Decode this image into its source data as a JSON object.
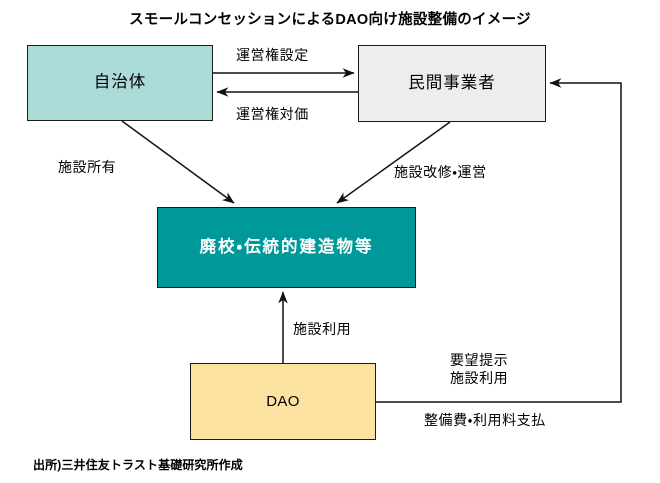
{
  "title": "スモールコンセッションによるDAO向け施設整備のイメージ",
  "footer": "出所)三井住友トラスト基礎研究所作成",
  "colors": {
    "municipality_fill": "#ACDCDA",
    "operator_fill": "#EDEDED",
    "facility_fill": "#009999",
    "dao_fill": "#FBE2A0",
    "stroke": "#1a1a1a",
    "background": "#ffffff",
    "facility_text": "#ffffff"
  },
  "nodes": {
    "municipality": "自治体",
    "operator": "民間事業者",
    "facility": "廃校・伝統的建造物等",
    "dao": "DAO"
  },
  "edges": {
    "grant": "運営権設定",
    "fee": "運営権対価",
    "ownership": "施設所有",
    "renovation": "施設改修・運営",
    "use": "施設利用",
    "request_line1": "要望提示",
    "request_line2": "施設利用",
    "payment": "整備費・利用料支払"
  },
  "diagram_structure": {
    "type": "flow-diagram",
    "connections": [
      {
        "from": "municipality",
        "to": "operator",
        "label": "運営権設定",
        "direction": "right"
      },
      {
        "from": "operator",
        "to": "municipality",
        "label": "運営権対価",
        "direction": "left"
      },
      {
        "from": "municipality",
        "to": "facility",
        "label": "施設所有",
        "direction": "diagonal-down-right"
      },
      {
        "from": "operator",
        "to": "facility",
        "label": "施設改修・運営",
        "direction": "diagonal-down-left"
      },
      {
        "from": "dao",
        "to": "facility",
        "label": "施設利用",
        "direction": "up"
      },
      {
        "from": "dao",
        "to": "operator",
        "label": "要望提示 施設利用 / 整備費・利用料支払",
        "direction": "right-then-up"
      }
    ]
  }
}
